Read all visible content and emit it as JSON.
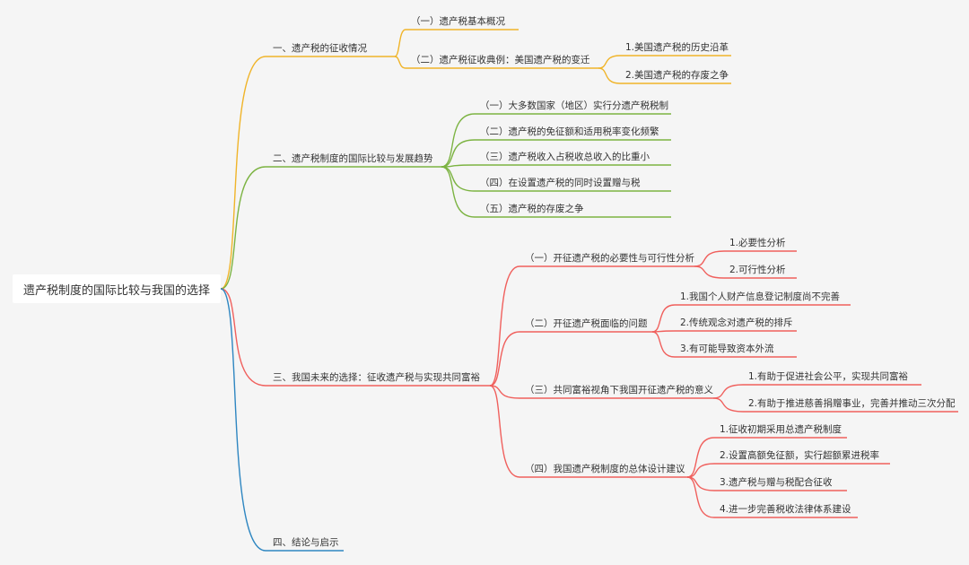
{
  "root": "遗产税制度的国际比较与我国的选择",
  "branches": [
    {
      "label": "一、遗产税的征收情况",
      "color": "#f0b429",
      "children": [
        {
          "label": "（一）遗产税基本概况",
          "children": []
        },
        {
          "label": "（二）遗产税征收典例：美国遗产税的变迁",
          "children": [
            {
              "label": "1.美国遗产税的历史沿革"
            },
            {
              "label": "2.美国遗产税的存废之争"
            }
          ]
        }
      ]
    },
    {
      "label": "二、遗产税制度的国际比较与发展趋势",
      "color": "#7cb342",
      "children": [
        {
          "label": "（一）大多数国家（地区）实行分遗产税税制",
          "children": []
        },
        {
          "label": "（二）遗产税的免征额和适用税率变化频繁",
          "children": []
        },
        {
          "label": "（三）遗产税收入占税收总收入的比重小",
          "children": []
        },
        {
          "label": "（四）在设置遗产税的同时设置赠与税",
          "children": []
        },
        {
          "label": "（五）遗产税的存废之争",
          "children": []
        }
      ]
    },
    {
      "label": "三、我国未来的选择：征收遗产税与实现共同富裕",
      "color": "#f0605d",
      "children": [
        {
          "label": "（一）开征遗产税的必要性与可行性分析",
          "children": [
            {
              "label": "1.必要性分析"
            },
            {
              "label": "2.可行性分析"
            }
          ]
        },
        {
          "label": "（二）开征遗产税面临的问题",
          "children": [
            {
              "label": "1.我国个人财产信息登记制度尚不完善"
            },
            {
              "label": "2.传统观念对遗产税的排斥"
            },
            {
              "label": "3.有可能导致资本外流"
            }
          ]
        },
        {
          "label": "（三）共同富裕视角下我国开征遗产税的意义",
          "children": [
            {
              "label": "1.有助于促进社会公平，实现共同富裕"
            },
            {
              "label": "2.有助于推进慈善捐赠事业，完善并推动三次分配"
            }
          ]
        },
        {
          "label": "（四）我国遗产税制度的总体设计建议",
          "children": [
            {
              "label": "1.征收初期采用总遗产税制度"
            },
            {
              "label": "2.设置高额免征额，实行超额累进税率"
            },
            {
              "label": "3.遗产税与赠与税配合征收"
            },
            {
              "label": "4.进一步完善税收法律体系建设"
            }
          ]
        }
      ]
    },
    {
      "label": "四、结论与启示",
      "color": "#2e86c1",
      "children": []
    }
  ]
}
